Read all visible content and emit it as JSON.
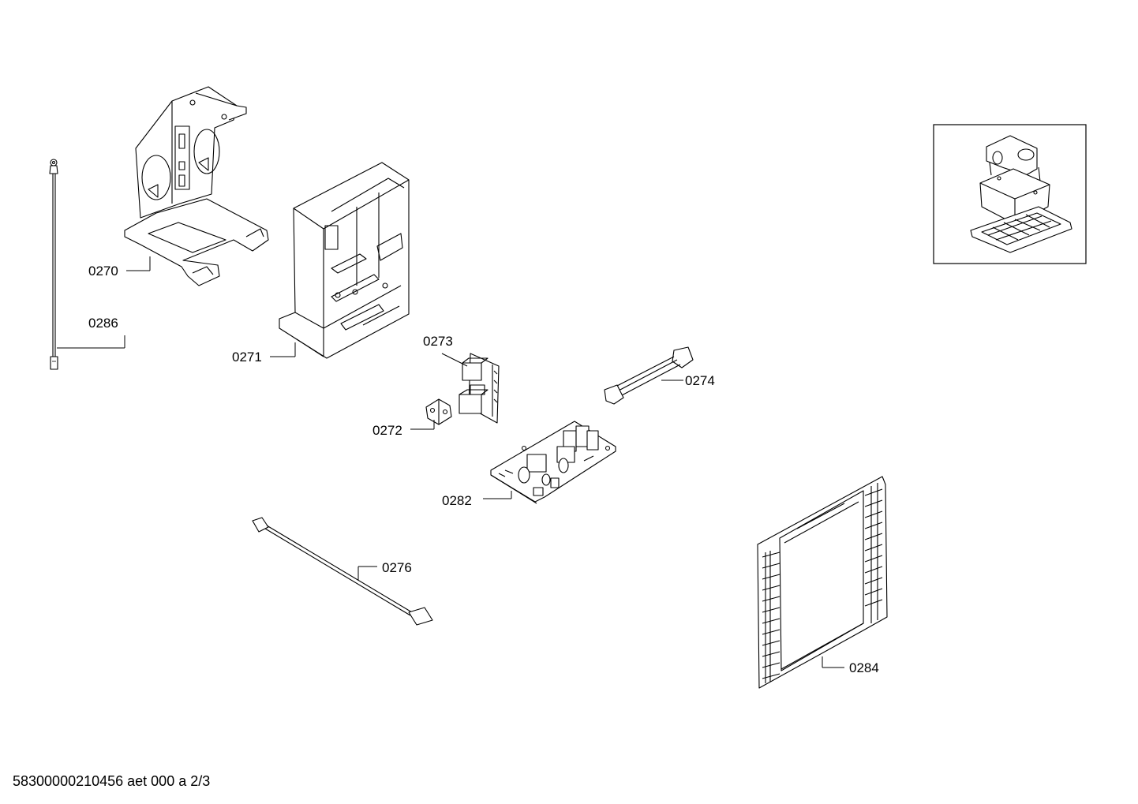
{
  "document": {
    "code": "58300000210456 aet 000 a 2/3"
  },
  "parts": [
    {
      "id": "p0270",
      "label": "0270"
    },
    {
      "id": "p0271",
      "label": "0271"
    },
    {
      "id": "p0272",
      "label": "0272"
    },
    {
      "id": "p0273",
      "label": "0273"
    },
    {
      "id": "p0274",
      "label": "0274"
    },
    {
      "id": "p0276",
      "label": "0276"
    },
    {
      "id": "p0282",
      "label": "0282"
    },
    {
      "id": "p0284",
      "label": "0284"
    },
    {
      "id": "p0286",
      "label": "0286"
    }
  ],
  "overview_inset": {
    "icon": "assembly-overview-icon"
  }
}
